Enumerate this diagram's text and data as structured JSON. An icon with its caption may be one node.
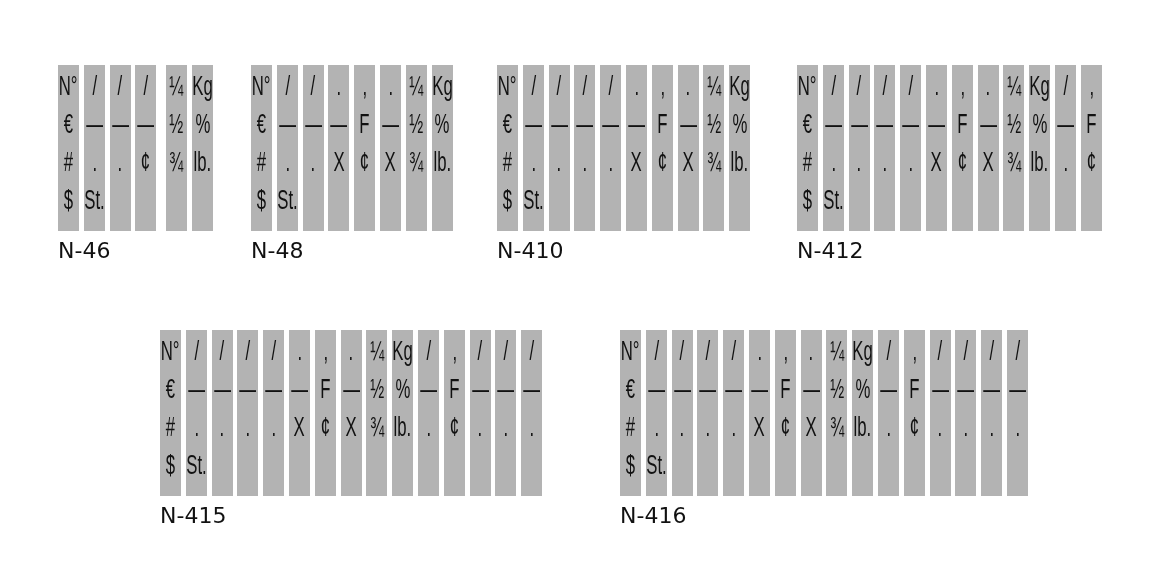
{
  "diagram": {
    "nodes": [
      {
        "text": [
          "N°",
          "€",
          "#",
          "$"
        ]
      },
      {
        "text": [
          "/",
          "—",
          ".",
          "St."
        ]
      },
      {
        "text": [
          "/",
          "—",
          "."
        ]
      },
      {
        "text": [
          "/",
          "—",
          "¢"
        ]
      },
      {
        "text": [
          "¼",
          "½",
          "¾"
        ]
      },
      {
        "text": [
          "Kg",
          "%",
          "lb."
        ]
      },
      {
        "text": [
          "N°",
          "€",
          "#",
          "$"
        ]
      },
      {
        "text": [
          "/",
          "—",
          ".",
          "St."
        ]
      },
      {
        "text": [
          "/",
          "—",
          "."
        ]
      },
      {
        "text": [
          ".",
          "—",
          "X"
        ]
      },
      {
        "text": [
          ",",
          "F",
          "¢"
        ]
      },
      {
        "text": [
          ".",
          "—",
          "X"
        ]
      },
      {
        "text": [
          "¼",
          "½",
          "¾"
        ]
      },
      {
        "text": [
          "Kg",
          "%",
          "lb."
        ]
      },
      {
        "text": [
          "N°",
          "€",
          "#",
          "$"
        ]
      },
      {
        "text": [
          "/",
          "—",
          ".",
          "St."
        ]
      },
      {
        "text": [
          "/",
          "—",
          "."
        ]
      },
      {
        "text": [
          "/",
          "—",
          "."
        ]
      },
      {
        "text": [
          "/",
          "—",
          "."
        ]
      },
      {
        "text": [
          ".",
          "—",
          "X"
        ]
      },
      {
        "text": [
          ",",
          "F",
          "¢"
        ]
      },
      {
        "text": [
          ".",
          "—",
          "X"
        ]
      },
      {
        "text": [
          "¼",
          "½",
          "¾"
        ]
      },
      {
        "text": [
          "Kg",
          "%",
          "lb."
        ]
      },
      {
        "text": [
          "N°",
          "€",
          "#",
          "$"
        ]
      },
      {
        "text": [
          "/",
          "—",
          ".",
          "St."
        ]
      },
      {
        "text": [
          "/",
          "—",
          "."
        ]
      },
      {
        "text": [
          "/",
          "—",
          "."
        ]
      },
      {
        "text": [
          "/",
          "—",
          "."
        ]
      },
      {
        "text": [
          ".",
          "—",
          "X"
        ]
      },
      {
        "text": [
          ",",
          "F",
          "¢"
        ]
      },
      {
        "text": [
          ".",
          "—",
          "X"
        ]
      },
      {
        "text": [
          "¼",
          "½",
          "¾"
        ]
      },
      {
        "text": [
          "Kg",
          "%",
          "lb."
        ]
      },
      {
        "text": [
          "/",
          "—",
          "."
        ]
      },
      {
        "text": [
          ",",
          "F",
          "¢"
        ]
      },
      {
        "text": [
          "N°",
          "€",
          "#",
          "$"
        ]
      },
      {
        "text": [
          "/",
          "—",
          ".",
          "St."
        ]
      },
      {
        "text": [
          "/",
          "—",
          "."
        ]
      },
      {
        "text": [
          "/",
          "—",
          "."
        ]
      },
      {
        "text": [
          "/",
          "—",
          "."
        ]
      },
      {
        "text": [
          ".",
          "—",
          "X"
        ]
      },
      {
        "text": [
          ",",
          "F",
          "¢"
        ]
      },
      {
        "text": [
          ".",
          "—",
          "X"
        ]
      },
      {
        "text": [
          "¼",
          "½",
          "¾"
        ]
      },
      {
        "text": [
          "Kg",
          "%",
          "lb."
        ]
      },
      {
        "text": [
          "/",
          "—",
          "."
        ]
      },
      {
        "text": [
          ",",
          "F",
          "¢"
        ]
      },
      {
        "text": [
          "/",
          "—",
          "."
        ]
      },
      {
        "text": [
          "/",
          "—",
          "."
        ]
      },
      {
        "text": [
          "/",
          "—",
          "."
        ]
      },
      {
        "text": [
          "N°",
          "€",
          "#",
          "$"
        ]
      },
      {
        "text": [
          "/",
          "—",
          ".",
          "St."
        ]
      },
      {
        "text": [
          "/",
          "—",
          "."
        ]
      },
      {
        "text": [
          "/",
          "—",
          "."
        ]
      },
      {
        "text": [
          "/",
          "—",
          "."
        ]
      },
      {
        "text": [
          ".",
          "—",
          "X"
        ]
      },
      {
        "text": [
          ",",
          "F",
          "¢"
        ]
      },
      {
        "text": [
          ".",
          "—",
          "X"
        ]
      },
      {
        "text": [
          "¼",
          "½",
          "¾"
        ]
      },
      {
        "text": [
          "Kg",
          "%",
          "lb."
        ]
      },
      {
        "text": [
          "/",
          "—",
          "."
        ]
      },
      {
        "text": [
          ",",
          "F",
          "¢"
        ]
      },
      {
        "text": [
          "/",
          "—",
          "."
        ]
      },
      {
        "text": [
          "/",
          "—",
          "."
        ]
      },
      {
        "text": [
          "/",
          "—",
          "."
        ]
      },
      {
        "text": [
          "/",
          "—",
          "."
        ]
      }
    ],
    "labels": [
      "N-46",
      "N-48",
      "N-410",
      "N-412",
      "N-415",
      "N-416"
    ]
  }
}
